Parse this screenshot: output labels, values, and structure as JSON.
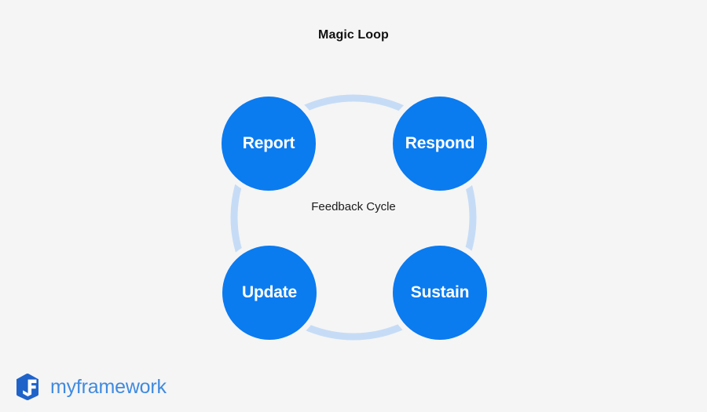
{
  "page": {
    "title": "Magic Loop",
    "background_color": "#f5f5f5"
  },
  "diagram": {
    "type": "cycle",
    "center_label": "Feedback Cycle",
    "ring_color": "#c6dcf6",
    "node_color": "#0b7bf0",
    "node_text_color": "#ffffff",
    "nodes": [
      {
        "label": "Report",
        "position": "top-left"
      },
      {
        "label": "Respond",
        "position": "top-right"
      },
      {
        "label": "Update",
        "position": "bottom-left"
      },
      {
        "label": "Sustain",
        "position": "bottom-right"
      }
    ]
  },
  "footer": {
    "logo_icon": "cube-logo-icon",
    "brand_name": "myframework",
    "brand_color": "#3f8ae0",
    "logo_mark_color": "#1f63c9"
  }
}
